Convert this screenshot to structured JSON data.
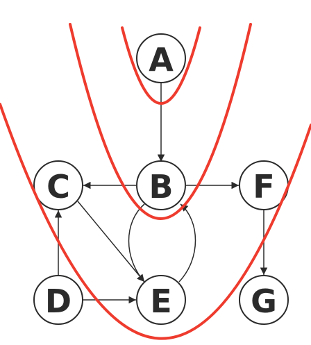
{
  "colors": {
    "curve": "#ee3b2e",
    "node_stroke": "#2b2b2b",
    "node_fill": "#ffffff",
    "edge": "#2b2b2b"
  },
  "nodes": {
    "A": {
      "label": "A"
    },
    "B": {
      "label": "B"
    },
    "C": {
      "label": "C"
    },
    "D": {
      "label": "D"
    },
    "E": {
      "label": "E"
    },
    "F": {
      "label": "F"
    },
    "G": {
      "label": "G"
    }
  },
  "edges": [
    {
      "from": "A",
      "to": "B"
    },
    {
      "from": "B",
      "to": "C"
    },
    {
      "from": "B",
      "to": "F"
    },
    {
      "from": "B",
      "to": "E"
    },
    {
      "from": "E",
      "to": "B"
    },
    {
      "from": "C",
      "to": "E"
    },
    {
      "from": "D",
      "to": "C"
    },
    {
      "from": "D",
      "to": "E"
    },
    {
      "from": "F",
      "to": "G"
    }
  ],
  "level_curves": [
    {
      "name": "curve-1"
    },
    {
      "name": "curve-2"
    },
    {
      "name": "curve-3"
    }
  ]
}
